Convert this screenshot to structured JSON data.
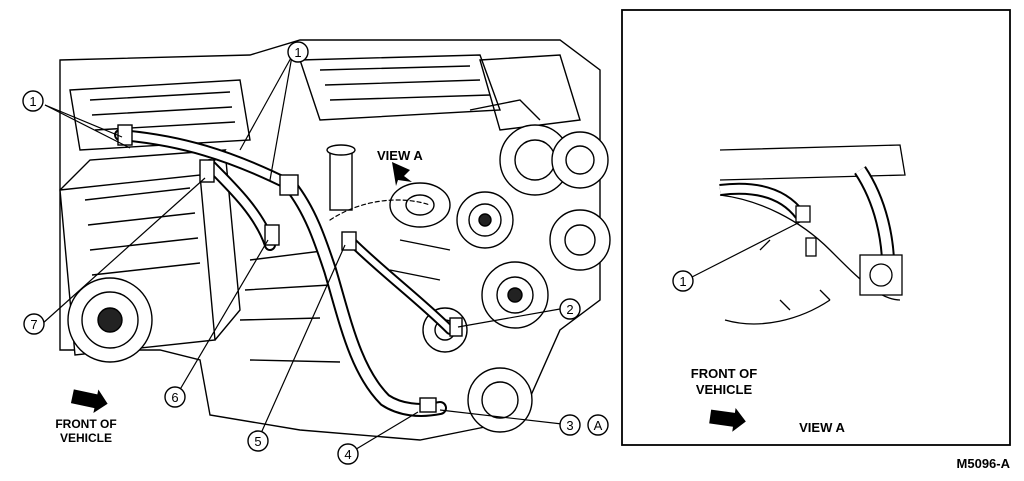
{
  "main_view": {
    "callouts": [
      "1",
      "1",
      "2",
      "3",
      "4",
      "5",
      "6",
      "7"
    ],
    "view_ref_label": "VIEW A",
    "front_label_line1": "FRONT OF",
    "front_label_line2": "VEHICLE",
    "ref_letter": "A"
  },
  "detail_view": {
    "callout": "1",
    "title": "VIEW A",
    "front_label_line1": "FRONT OF",
    "front_label_line2": "VEHICLE"
  },
  "figure_id": "M5096-A",
  "colors": {
    "ink": "#000000",
    "paper": "#ffffff"
  }
}
